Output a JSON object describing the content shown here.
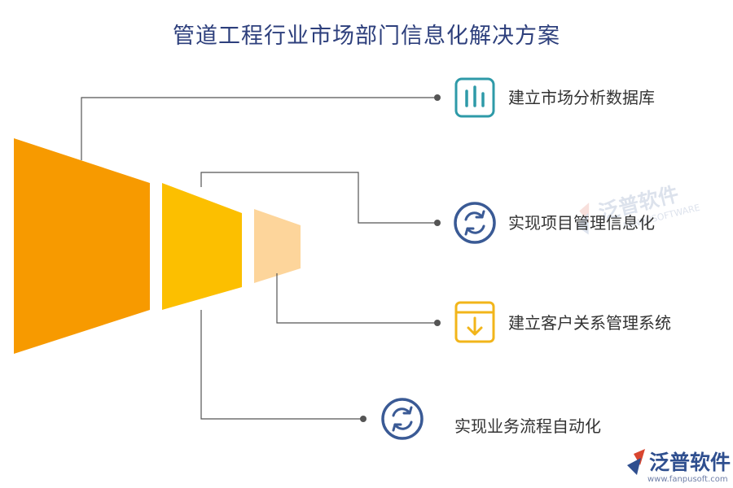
{
  "title": "管道工程行业市场部门信息化解决方案",
  "colors": {
    "title": "#2d3f7c",
    "funnel": [
      "#f79a00",
      "#fcbf00",
      "#fdd59b"
    ],
    "connector": "#555555",
    "teal": "#2e9aa8",
    "navy": "#3a5a95",
    "gold": "#f2b51a",
    "watermark_red": "#d9452f",
    "watermark_blue": "#2f4f8f"
  },
  "items": [
    {
      "label": "建立市场分析数据库",
      "icon": "bar-chart-icon"
    },
    {
      "label": "实现项目管理信息化",
      "icon": "refresh-icon"
    },
    {
      "label": "建立客户关系管理系统",
      "icon": "download-box-icon"
    },
    {
      "label": "实现业务流程自动化",
      "icon": "refresh-icon"
    }
  ],
  "watermark": {
    "center_text": "泛普软件",
    "center_sub": "FANPUSOFTWARE",
    "corner_text": "泛普软件",
    "corner_url": "www.fanpusoft.com"
  }
}
